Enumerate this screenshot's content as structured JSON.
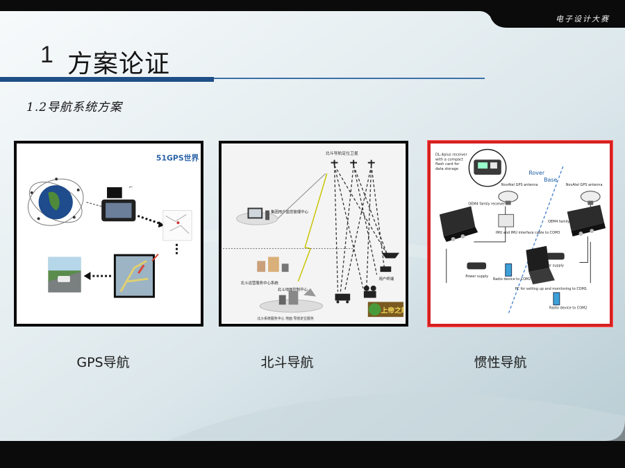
{
  "header": {
    "tag": "电子设计大赛",
    "number": "1",
    "title": "方案论证"
  },
  "subtitle": "1.2导航系统方案",
  "panels": [
    {
      "caption": "GPS导航",
      "badge": "51GPS世界"
    },
    {
      "caption": "北斗导航",
      "labels": {
        "satellite": "北斗导航定位卫星",
        "group_monitor": "集团用户监控管理中心",
        "operation_center": "北斗运营服务中心系统",
        "ground_station": "北斗地面控制中心",
        "user_terminal": "用户终端",
        "caption_strip": "北斗系统服务中心   地面   导航定位服务",
        "logo": "上帝之眼"
      }
    },
    {
      "caption": "惯性导航",
      "labels": {
        "dl4_receiver": "DL-4plus receiver with a compact flash card for data storage",
        "rover": "Rover",
        "base": "Base",
        "gps_antenna_left": "NovAtel GPS antenna",
        "gps_antenna_right": "NovAtel GPS antenna",
        "oem4_left": "OEM4 family receiver",
        "oem4_right": "OEM4 family receiver",
        "imu": "IMU and IMU interface cable to COM3",
        "power_left": "Power supply",
        "power_right": "Power supply",
        "radio_left": "Radio device to COM2",
        "radio_right": "Radio device to COM2",
        "pc": "PC for setting up and monitoring to COM1"
      }
    }
  ],
  "colors": {
    "title_bar": "#1f4f86",
    "frame_red": "#d62020",
    "caption_text": "#1a1a1a"
  }
}
